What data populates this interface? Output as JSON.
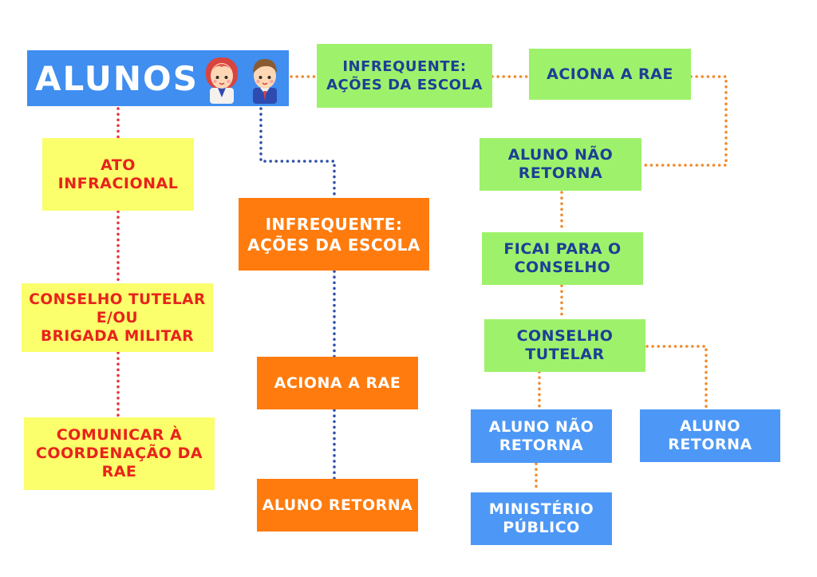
{
  "title": "ALUNOS",
  "colors": {
    "title_bg": "#3f8ef0",
    "yellow": "#faff6b",
    "red_text": "#e8231c",
    "orange": "#ff7b0e",
    "green": "#9ef26b",
    "navy_text": "#1d3f96",
    "blue": "#4d98f7",
    "red_dots": "#e8323a",
    "orange_dots": "#f08a2a",
    "navy_dots": "#2d4fa8"
  },
  "icons": [
    "girl-student-icon",
    "boy-student-icon"
  ],
  "left_column": {
    "ato": "ATO\nINFRACIONAL",
    "conselho": "CONSELHO TUTELAR\nE/OU\nBRIGADA MILITAR",
    "comunicar": "COMUNICAR À\nCOORDENAÇÃO DA\nRAE"
  },
  "middle_column": {
    "infrequente": "INFREQUENTE:\nAÇÕES DA ESCOLA",
    "aciona": "ACIONA A RAE",
    "retorna": "ALUNO RETORNA"
  },
  "right_column": {
    "infrequente": "INFREQUENTE:\nAÇÕES DA ESCOLA",
    "aciona": "ACIONA A RAE",
    "nao_retorna": "ALUNO NÃO\nRETORNA",
    "ficai": "FICAI PARA O\nCONSELHO",
    "conselho": "CONSELHO\nTUTELAR",
    "nao_retorna_2": "ALUNO NÃO\nRETORNA",
    "retorna": "ALUNO\nRETORNA",
    "ministerio": "MINISTÉRIO\nPÚBLICO"
  }
}
